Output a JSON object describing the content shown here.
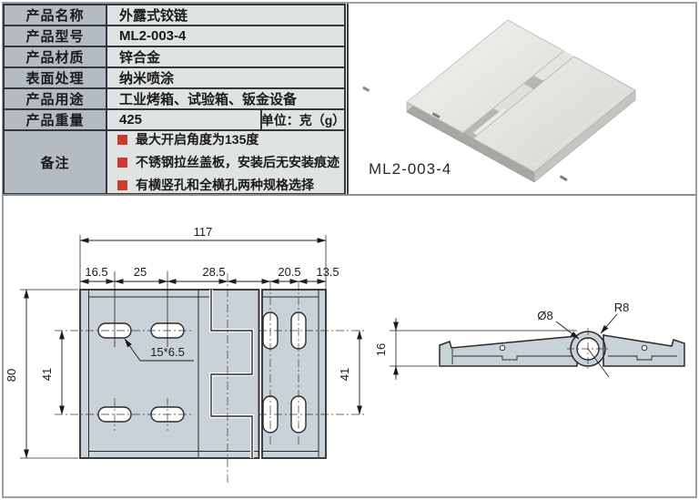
{
  "colors": {
    "bullet_red": "#cb3a31",
    "label_cell_bg": "#b4bcc1",
    "value_cell_bg": "#dfe3e2",
    "plate_fill": "#c8d2d7",
    "table_border": "#34383b"
  },
  "table": {
    "rows": [
      {
        "label": "产品名称",
        "value": "外露式铰链"
      },
      {
        "label": "产品型号",
        "value": "ML2-003-4"
      },
      {
        "label": "产品材质",
        "value": "锌合金"
      },
      {
        "label": "表面处理",
        "value": "纳米喷涂"
      },
      {
        "label": "产品用途",
        "value": "工业烤箱、试验箱、钣金设备"
      },
      {
        "label": "产品重量",
        "value": "425",
        "unit": "单位：克（g）"
      },
      {
        "label": "备注",
        "notes": [
          "最大开启角度为135度",
          "不锈钢拉丝盖板，安装后无安装痕迹",
          "有横竖孔和全横孔两种规格选择"
        ]
      }
    ]
  },
  "photo": {
    "model_label": "ML2-003-4"
  },
  "drawing": {
    "front_view": {
      "width_total": "117",
      "segments": [
        "16.5",
        "25",
        "28.5",
        "20.5",
        "13.5"
      ],
      "height_total": "80",
      "hole_spacing_left": "41",
      "hole_spacing_right": "41",
      "slot_size": "15*6.5"
    },
    "side_view": {
      "hole_diameter": "Ø8",
      "knuckle_radius": "R8",
      "thickness": "16"
    }
  }
}
